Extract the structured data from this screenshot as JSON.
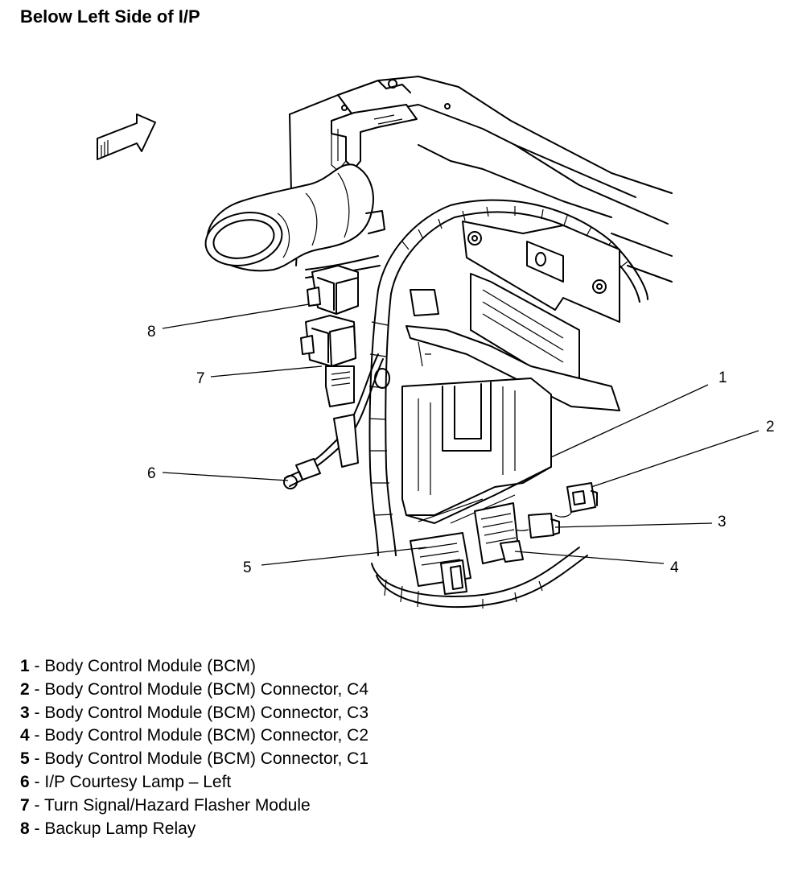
{
  "title": "Below Left Side of I/P",
  "callouts": [
    "1",
    "2",
    "3",
    "4",
    "5",
    "6",
    "7",
    "8"
  ],
  "legend": [
    {
      "num": "1",
      "sep": " - ",
      "text": "Body Control Module (BCM)"
    },
    {
      "num": "2",
      "sep": " - ",
      "text": "Body Control Module (BCM) Connector, C4"
    },
    {
      "num": "3",
      "sep": " - ",
      "text": "Body Control Module (BCM) Connector, C3"
    },
    {
      "num": "4",
      "sep": " - ",
      "text": "Body Control Module (BCM) Connector, C2"
    },
    {
      "num": "5",
      "sep": " - ",
      "text": "Body Control Module (BCM) Connector, C1"
    },
    {
      "num": "6",
      "sep": " - ",
      "text": "I/P Courtesy Lamp – Left"
    },
    {
      "num": "7",
      "sep": " - ",
      "text": "Turn Signal/Hazard Flasher Module"
    },
    {
      "num": "8",
      "sep": " - ",
      "text": "Backup Lamp Relay"
    }
  ]
}
